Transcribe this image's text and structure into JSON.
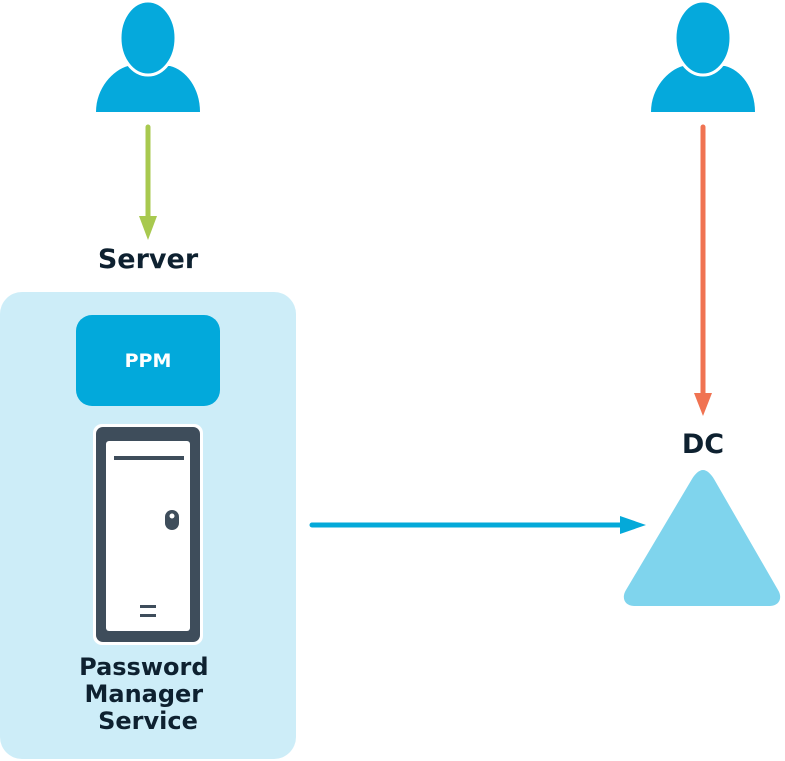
{
  "labels": {
    "server": "Server",
    "dc": "DC",
    "ppm": "PPM",
    "service_line1": "Password",
    "service_line2": "Manager",
    "service_line3": "Service"
  },
  "colors": {
    "user_icon": "#05a9dc",
    "green_arrow": "#a8c94f",
    "orange_arrow": "#f07352",
    "blue_arrow": "#04a9d9",
    "server_box_bg": "#cdedf8",
    "ppm_box": "#02a9db",
    "tower_dark": "#3e4d5b",
    "dc_triangle": "#7fd4ed",
    "text_dark": "#0e2130",
    "ppm_text": "#ffffff"
  },
  "icons": {
    "user_left": "user-icon",
    "user_right": "user-icon",
    "server_tower": "server-tower-icon",
    "domain_controller": "triangle-icon"
  }
}
